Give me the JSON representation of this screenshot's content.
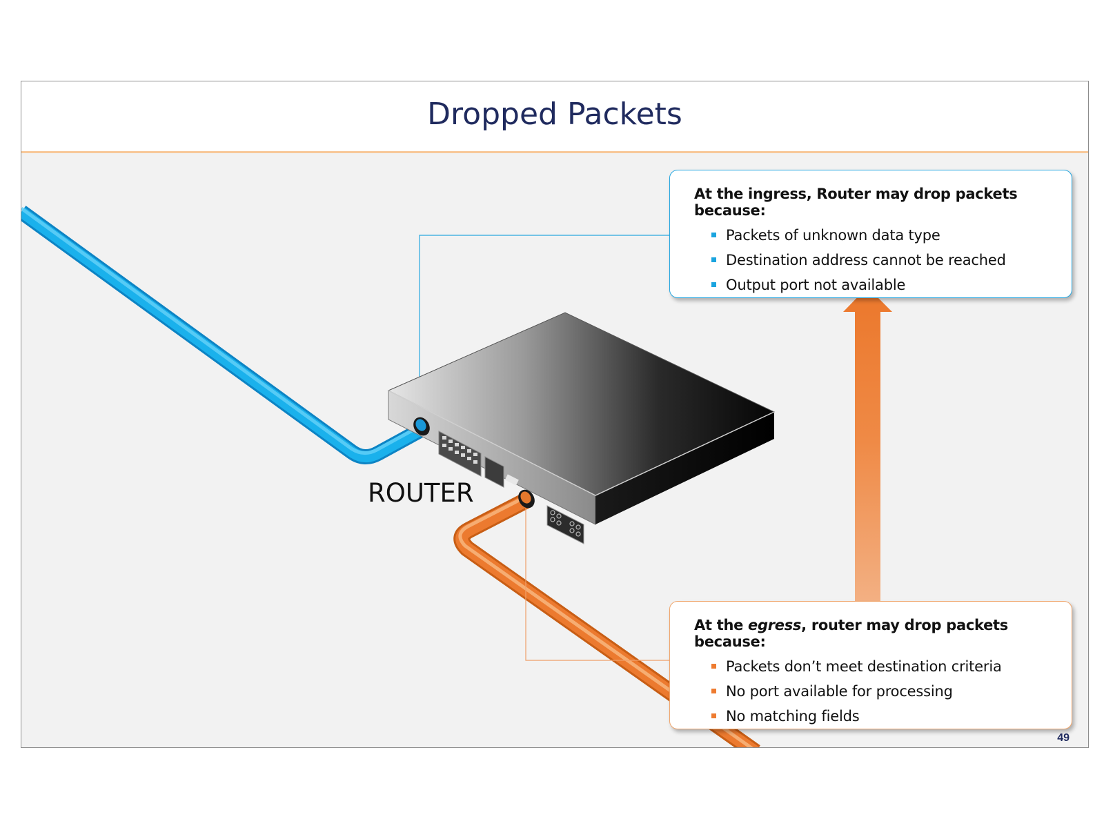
{
  "slide": {
    "title": "Dropped Packets",
    "page_number": "49"
  },
  "diagram": {
    "router_label": "ROUTER",
    "ingress": {
      "heading_prefix": "At the ingress, Router may drop packets because:",
      "reasons": [
        "Packets of unknown data type",
        "Destination address cannot be reached",
        "Output port not available"
      ]
    },
    "egress": {
      "heading_before": "At the ",
      "heading_emphasis": "egress",
      "heading_after": ", router may drop packets because:",
      "reasons": [
        "Packets don’t meet destination criteria",
        "No port available for processing",
        "No matching fields"
      ]
    }
  },
  "colors": {
    "title": "#1f2a5e",
    "ingress_accent": "#1aa4df",
    "egress_accent": "#ee7b30",
    "title_rule": "#f8c99a",
    "background": "#f2f2f2"
  },
  "icons": [
    "router-icon",
    "ingress-cable",
    "egress-cable",
    "upward-arrow"
  ]
}
